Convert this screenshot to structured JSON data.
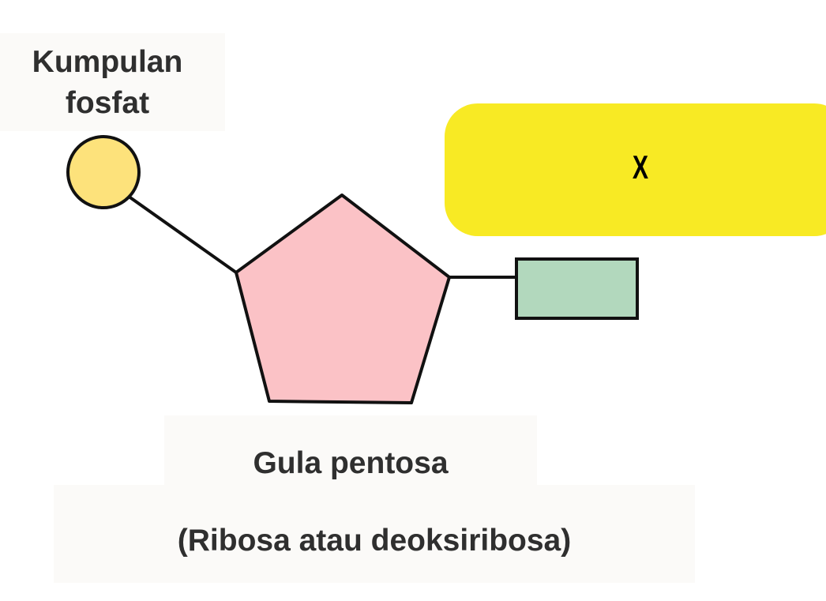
{
  "diagram": {
    "phosphate_group": {
      "label_line_1": "Kumpulan",
      "label_line_2": "fosfat",
      "fill_color": "#fde27b"
    },
    "pentose_sugar": {
      "label": "Gula pentosa",
      "subtitle": "(Ribosa atau deoksiribosa)",
      "fill_color": "#fbc2c6"
    },
    "unknown_component": {
      "label": "X",
      "fill_color": "#b2d8bd",
      "highlight_color": "#f8ea24"
    },
    "outline_color": "#111111"
  }
}
